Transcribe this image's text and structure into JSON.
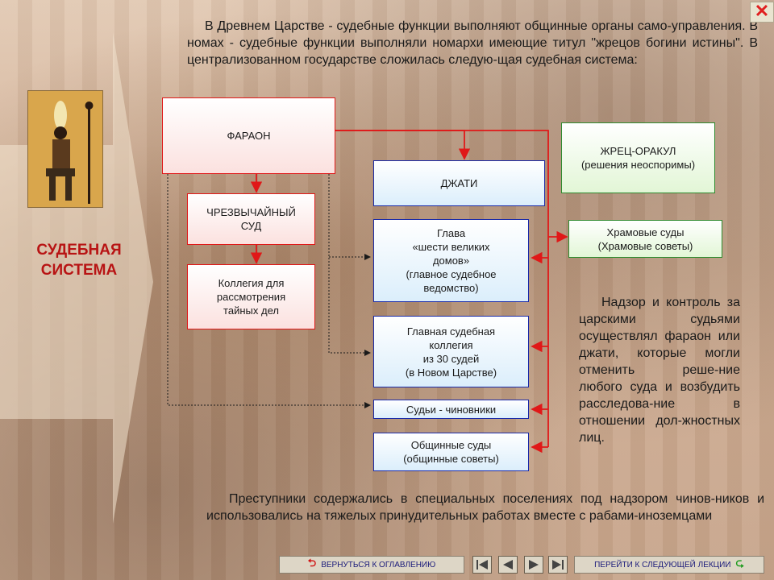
{
  "intro_text": "В Древнем Царстве - судебные функции выполняют общинные органы само-управления. В номах - судебные функции выполняли номархи имеющие титул \"жрецов богини истины\". В централизованном государстве сложилась следую-щая судебная система:",
  "sidebar_title": "СУДЕБНАЯ СИСТЕМА",
  "boxes": {
    "pharaoh": "ФАРАОН",
    "emergency_court": "ЧРЕЗВЫЧАЙНЫЙ\nСУД",
    "secret_college": "Коллегия для\nрассмотрения\nтайных дел",
    "djati": "ДЖАТИ",
    "head_six_houses": "Глава\n«шести великих\nдомов»\n(главное судебное\nведомство)",
    "main_college": "Главная судебная\nколлегия\nиз 30 судей\n(в Новом Царстве)",
    "officials_judges": "Судьи - чиновники",
    "community_courts": "Общинные суды\n(общинные советы)",
    "priest_oracle": "ЖРЕЦ-ОРАКУЛ\n(решения неоспоримы)",
    "temple_courts": "Храмовые суды\n(Храмовые советы)"
  },
  "note_text": "Надзор и контроль за царскими судьями осуществлял фараон или джати, которые могли отменить реше-ние любого суда и возбудить расследова-ние в отношении дол-жностных лиц.",
  "outro_text": "Преступники содержались в специальных поселениях под надзором чинов-ников и использовались на тяжелых принудительных работах вместе с рабами-иноземцами",
  "nav": {
    "back_label": "ВЕРНУТЬСЯ К ОГЛАВЛЕНИЮ",
    "next_label": "ПЕРЕЙТИ К СЛЕДУЮЩЕЙ ЛЕКЦИИ",
    "close_symbol": "✕"
  },
  "colors": {
    "red": "#e01818",
    "blue": "#1a2aa8",
    "green": "#2e8a2e",
    "title_red": "#b81414"
  }
}
